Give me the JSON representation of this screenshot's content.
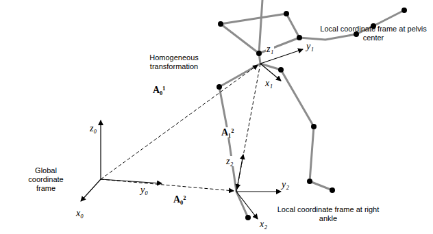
{
  "diagram": {
    "labels": [
      "Global coordinate frame",
      "Homogeneous transformation",
      "Local coordinate frame at pelvis center",
      "Local coordinate frame at right ankle",
      "z₀",
      "y₀",
      "x₀",
      "z₁",
      "y₁",
      "x₁",
      "z₂",
      "y₂",
      "x₂",
      "A₀¹",
      "A₁²",
      "A₀²"
    ]
  }
}
